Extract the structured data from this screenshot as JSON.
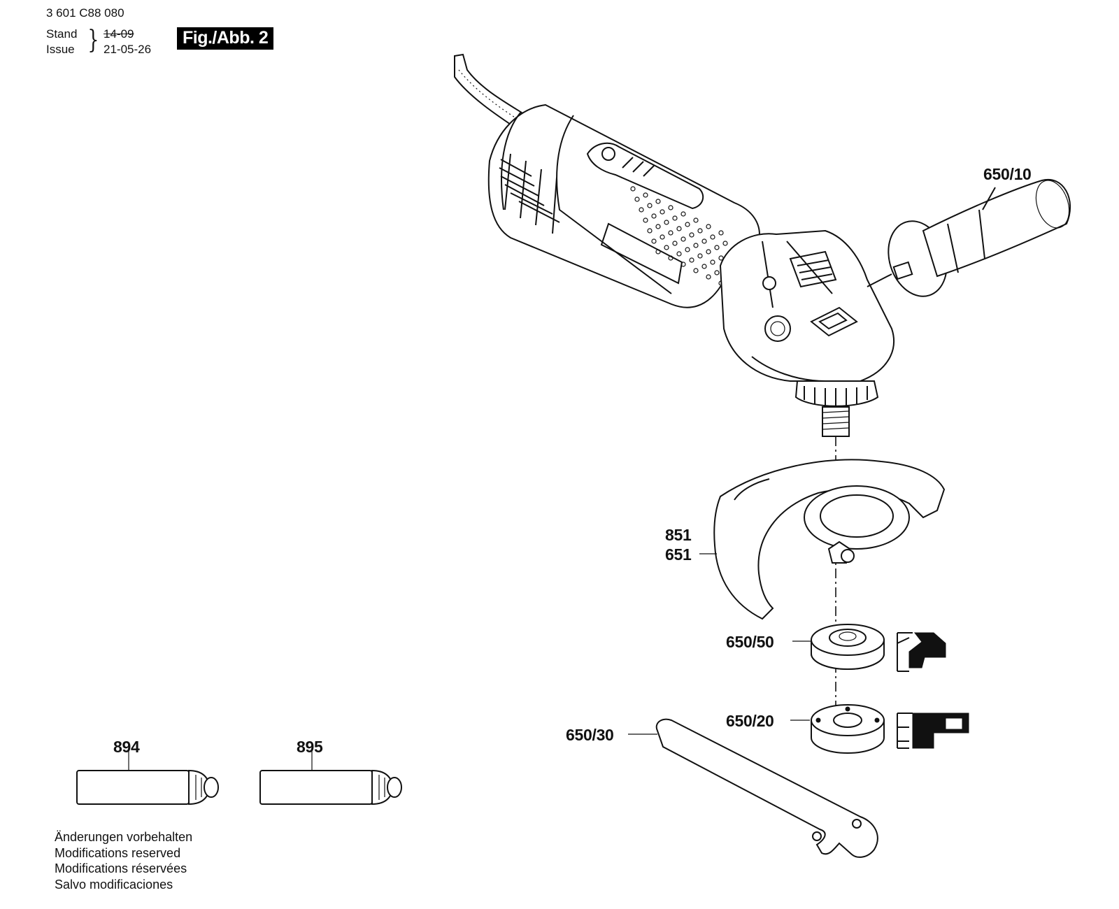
{
  "header": {
    "doc_number": "3 601 C88 080",
    "stand_label": "Stand",
    "issue_label": "Issue",
    "old_date": "14-09",
    "new_date": "21-05-26",
    "figure_label": "Fig./Abb. 2"
  },
  "callouts": {
    "handle": "650/10",
    "guard_a": "851",
    "guard_b": "651",
    "flange": "650/50",
    "nut": "650/20",
    "wrench": "650/30",
    "tube_a": "894",
    "tube_b": "895"
  },
  "footer": {
    "notes": [
      "Änderungen vorbehalten",
      "Modifications reserved",
      "Modifications réservées",
      "Salvo modificaciones"
    ]
  }
}
